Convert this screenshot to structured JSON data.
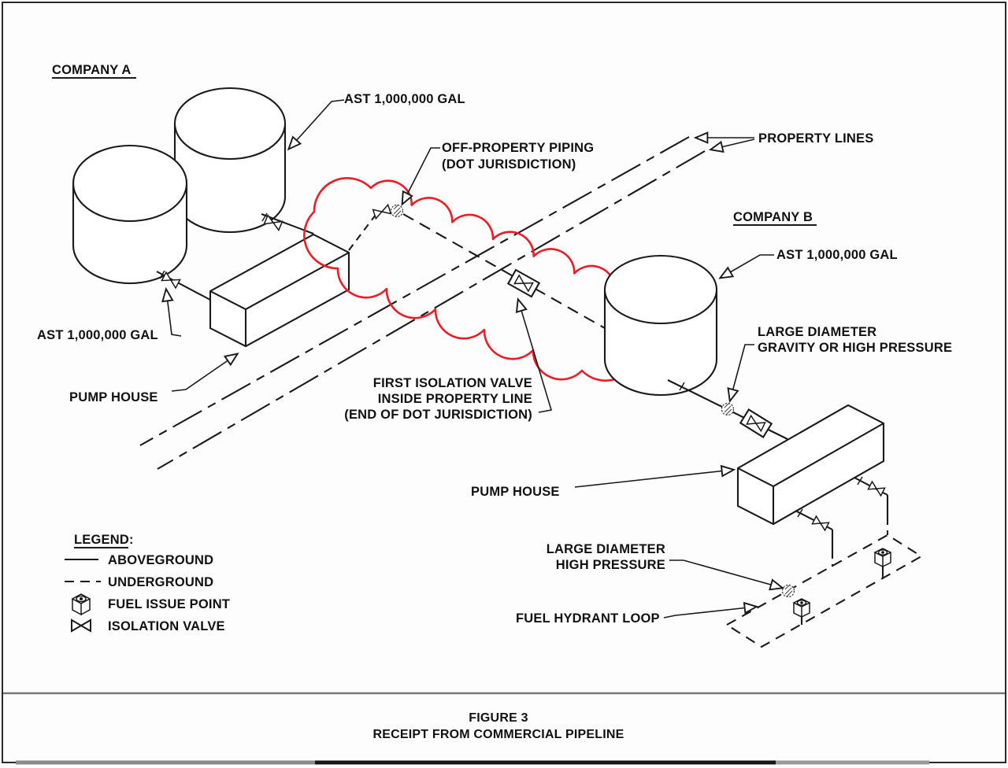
{
  "figure": {
    "number": "FIGURE 3",
    "title": "RECEIPT FROM COMMERCIAL PIPELINE"
  },
  "companies": {
    "company_a": "COMPANY A",
    "company_b": "COMPANY B"
  },
  "callouts": {
    "ast_a2": "AST 1,000,000 GAL",
    "ast_a1": "AST 1,000,000 GAL",
    "ast_b": "AST 1,000,000 GAL",
    "off_property_1": "OFF-PROPERTY PIPING",
    "off_property_2": "(DOT JURISDICTION)",
    "property_lines": "PROPERTY LINES",
    "first_valve_1": "FIRST ISOLATION VALVE",
    "first_valve_2": "INSIDE PROPERTY LINE",
    "first_valve_3": "(END OF DOT JURISDICTION)",
    "pump_house_a": "PUMP HOUSE",
    "pump_house_b": "PUMP HOUSE",
    "large_gravity_1": "LARGE DIAMETER",
    "large_gravity_2": "GRAVITY OR HIGH PRESSURE",
    "large_hp_1": "LARGE DIAMETER",
    "large_hp_2": "HIGH PRESSURE",
    "fuel_hydrant_loop": "FUEL HYDRANT LOOP"
  },
  "legend": {
    "title": "LEGEND:",
    "items": [
      {
        "symbol": "solid-line",
        "label": "ABOVEGROUND"
      },
      {
        "symbol": "dashed-line",
        "label": "UNDERGROUND"
      },
      {
        "symbol": "fuel-issue-point-cube",
        "label": "FUEL ISSUE POINT"
      },
      {
        "symbol": "isolation-valve-bowtie",
        "label": "ISOLATION VALVE"
      }
    ]
  },
  "colors": {
    "ink": "#1a1a1a",
    "revision_cloud_red": "#ed1c24",
    "rule_gray": "#787878"
  }
}
